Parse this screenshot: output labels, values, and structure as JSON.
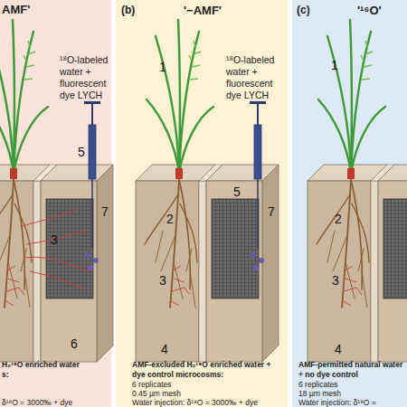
{
  "diagram": {
    "nodes": [
      {
        "text": [
          "AMF'",
          "¹⁸O-labeled water + fluorescent dye LYCH",
          "H₂¹⁸O enriched water",
          "s:",
          "δ¹⁸O = 3000‰ + dye"
        ]
      },
      {
        "text": [
          "(b)",
          "'−AMF'",
          "¹⁸O-labeled water + fluorescent dye LYCH",
          "AMF-excluded H₂¹⁸O enriched water + dye control microcosms:",
          "6 replicates",
          "0.45 µm mesh",
          "Water injection: δ¹⁸O = 3000‰ + dye"
        ]
      },
      {
        "text": [
          "(c)",
          "'¹⁶O'",
          "AMF-permitted natural water + no dye control",
          "6 replicates",
          "18 µm mesh",
          "Water injection: δ¹⁸O ="
        ]
      }
    ],
    "labels": [
      "5",
      "3",
      "6",
      "7",
      "1",
      "5",
      "2",
      "3",
      "4",
      "7",
      "1",
      "2",
      "3",
      "4"
    ]
  }
}
